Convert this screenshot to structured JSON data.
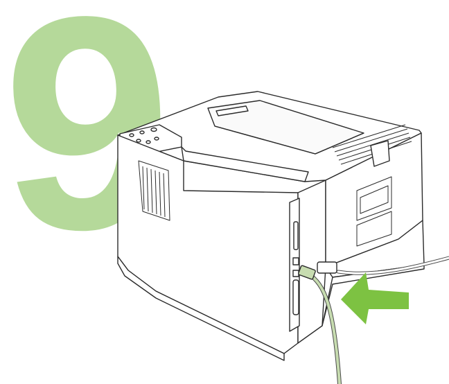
{
  "step": {
    "number": "9"
  },
  "colors": {
    "step_number": "#b5d99a",
    "printer_outline": "#2b2b2b",
    "printer_body": "#ffffff",
    "cable": "#c7dcb0",
    "cable_outline": "#4a4a4a",
    "arrow": "#7dc242"
  },
  "illustration": {
    "subject": "printer-rear-view",
    "callout": "arrow-to-cable-port",
    "icons": [
      "printer-icon",
      "usb-cable-icon",
      "power-cord-icon",
      "pointer-arrow-icon"
    ]
  }
}
